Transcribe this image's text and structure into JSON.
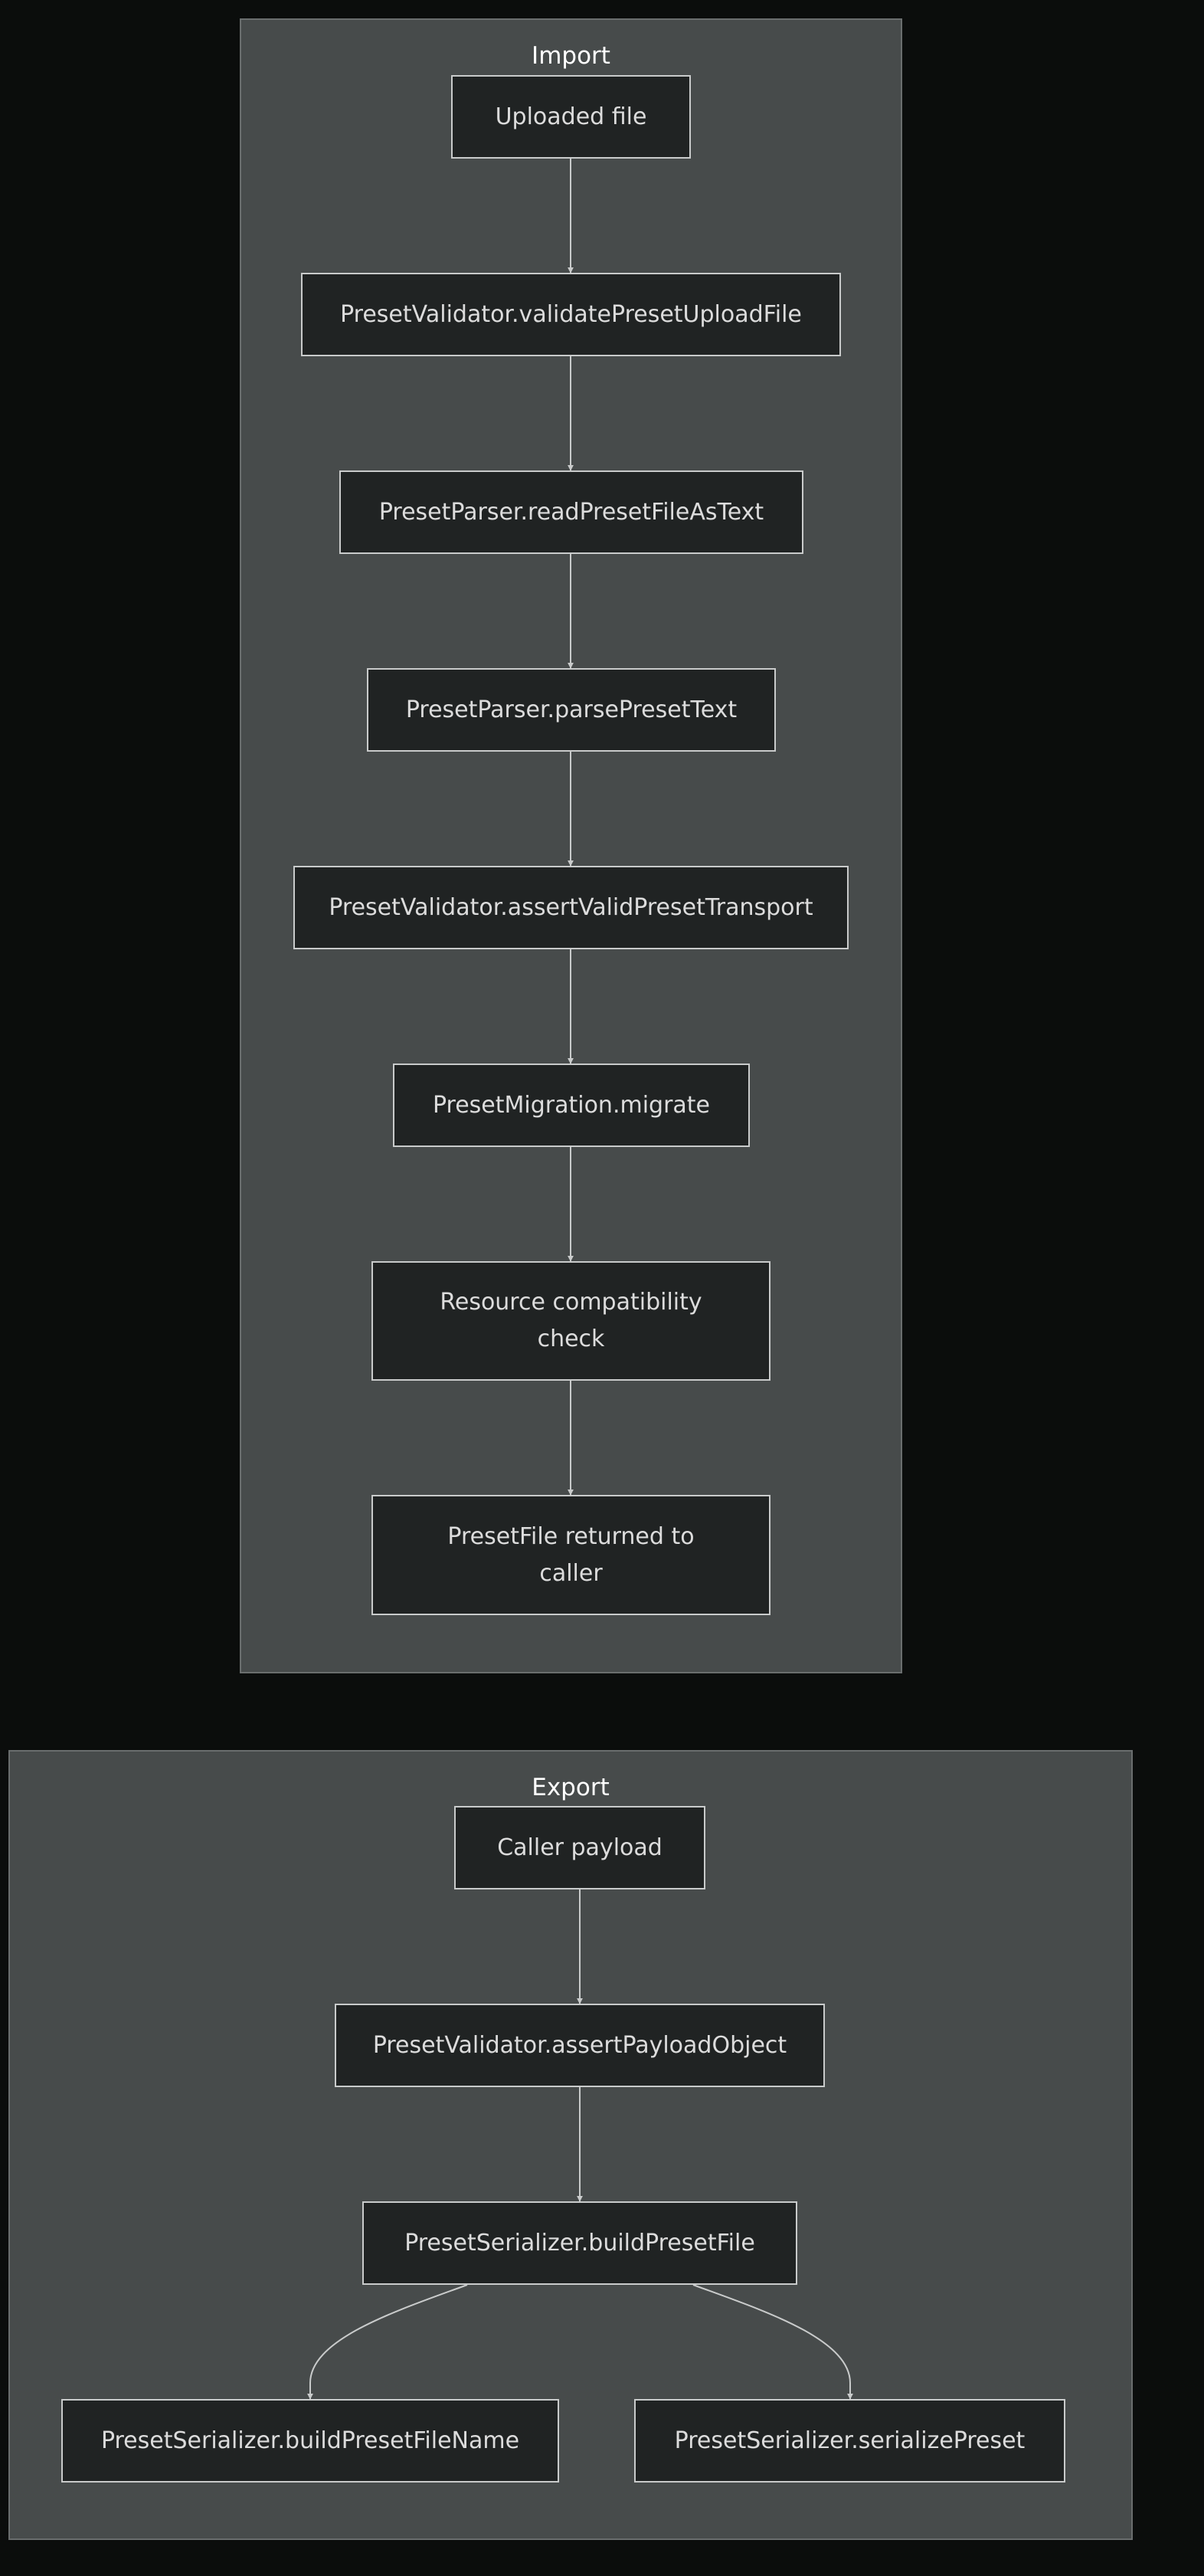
{
  "clusters": {
    "import": {
      "title": "Import"
    },
    "export": {
      "title": "Export"
    }
  },
  "nodes": {
    "uploaded_file": "Uploaded file",
    "validate_upload": "PresetValidator.validatePresetUploadFile",
    "read_as_text": "PresetParser.readPresetFileAsText",
    "parse_text": "PresetParser.parsePresetText",
    "assert_transport": "PresetValidator.assertValidPresetTransport",
    "migrate": "PresetMigration.migrate",
    "compat_check": "Resource compatibility check",
    "returned": "PresetFile returned to caller",
    "caller_payload": "Caller payload",
    "assert_payload": "PresetValidator.assertPayloadObject",
    "build_file": "PresetSerializer.buildPresetFile",
    "build_file_name": "PresetSerializer.buildPresetFileName",
    "serialize": "PresetSerializer.serializePreset"
  },
  "edges": [
    [
      "uploaded_file",
      "validate_upload"
    ],
    [
      "validate_upload",
      "read_as_text"
    ],
    [
      "read_as_text",
      "parse_text"
    ],
    [
      "parse_text",
      "assert_transport"
    ],
    [
      "assert_transport",
      "migrate"
    ],
    [
      "migrate",
      "compat_check"
    ],
    [
      "compat_check",
      "returned"
    ],
    [
      "caller_payload",
      "assert_payload"
    ],
    [
      "assert_payload",
      "build_file"
    ],
    [
      "build_file",
      "build_file_name"
    ],
    [
      "build_file",
      "serialize"
    ]
  ],
  "colors": {
    "background": "#0b0d0c",
    "cluster_fill": "#474b4b",
    "node_fill": "#202323",
    "node_stroke": "#c9cbcb",
    "edge": "#c9cbcb",
    "text": "#dcdcdc"
  }
}
